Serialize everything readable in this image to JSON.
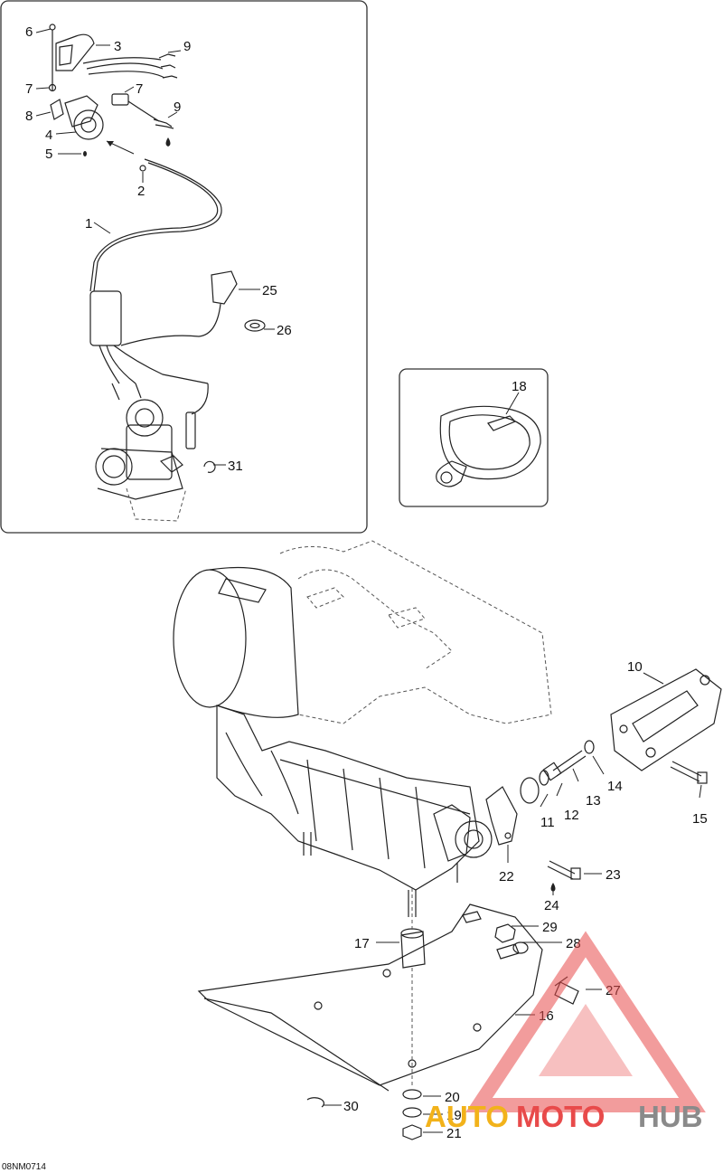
{
  "diagram_code": "08NM0714",
  "callouts": {
    "c1": "1",
    "c2": "2",
    "c3": "3",
    "c4": "4",
    "c5": "5",
    "c6": "6",
    "c7a": "7",
    "c7b": "7",
    "c8": "8",
    "c9a": "9",
    "c9b": "9",
    "c10": "10",
    "c11": "11",
    "c12": "12",
    "c13": "13",
    "c14": "14",
    "c15": "15",
    "c16": "16",
    "c17": "17",
    "c18": "18",
    "c19": "19",
    "c20": "20",
    "c21": "21",
    "c22": "22",
    "c23": "23",
    "c24": "24",
    "c25": "25",
    "c26": "26",
    "c27": "27",
    "c28": "28",
    "c29": "29",
    "c30": "30",
    "c31": "31"
  },
  "watermark": {
    "part1": "AUTO",
    "part2": "MOTO",
    "part3": "HUB",
    "color1": "#f2b21a",
    "color2": "#e84a4a",
    "color3": "#8a8a8a"
  }
}
